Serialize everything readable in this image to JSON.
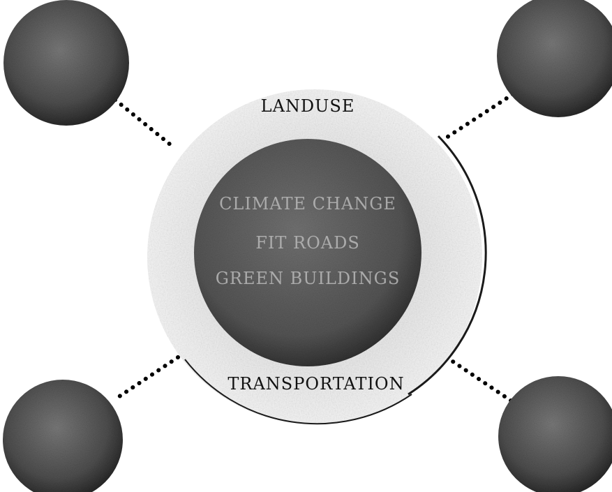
{
  "diagram": {
    "ring": {
      "top_label": "LANDUSE",
      "bottom_label": "TRANSPORTATION"
    },
    "core": {
      "lines": [
        "CLIMATE CHANGE",
        "FIT ROADS",
        "GREEN BUILDINGS"
      ]
    },
    "satellites": {
      "top_left": {
        "lines": [
          "",
          ""
        ]
      },
      "top_right": {
        "lines": [
          "",
          ""
        ]
      },
      "bottom_left": {
        "lines": [
          "",
          ""
        ]
      },
      "bottom_right": {
        "lines": [
          "",
          ""
        ]
      }
    },
    "colors": {
      "satellite_fill": "#5a5a5a",
      "core_fill": "#595959",
      "ring_fill": "#ececec",
      "connector": "#000000"
    }
  }
}
